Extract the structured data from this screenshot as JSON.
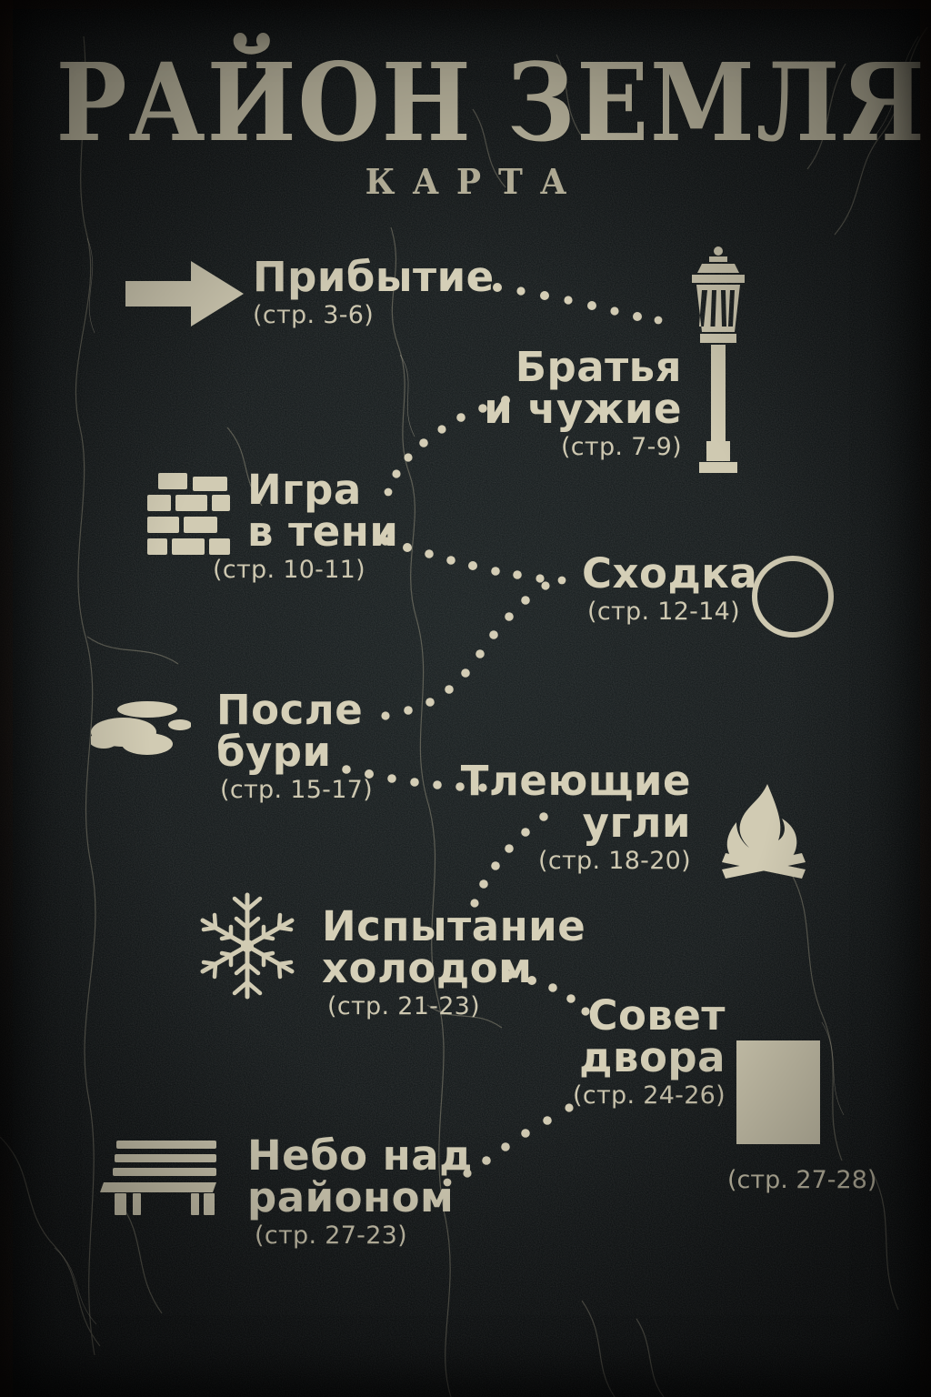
{
  "poster": {
    "title": "РАЙОН ЗЕМЛЯ",
    "subtitle": "КАРТА",
    "ink_color": "#cfc9b0",
    "background_color": "#0d1112"
  },
  "entries": [
    {
      "id": "arrival",
      "label": "Прибытие",
      "pages": "(стр. 3-6)",
      "icon": "arrow-right-icon"
    },
    {
      "id": "brothers-and-strangers",
      "label": "Братья\nи чужие",
      "pages": "(стр. 7-9)",
      "icon": "street-lamp-icon"
    },
    {
      "id": "game-in-shadow",
      "label": "Игра\nв тени",
      "pages": "(стр. 10-11)",
      "icon": "brick-wall-icon"
    },
    {
      "id": "gathering",
      "label": "Сходка",
      "pages": "(стр. 12-14)",
      "icon": "circle-icon"
    },
    {
      "id": "after-the-storm",
      "label": "После\nбури",
      "pages": "(стр. 15-17)",
      "icon": "cloud-icon"
    },
    {
      "id": "smoldering-embers",
      "label": "Тлеющие\nугли",
      "pages": "(стр. 18-20)",
      "icon": "campfire-icon"
    },
    {
      "id": "trial-by-cold",
      "label": "Испытание\nхолодом",
      "pages": "(стр. 21-23)",
      "icon": "snowflake-icon"
    },
    {
      "id": "yard-council",
      "label": "Совет\nдвора",
      "pages": "(стр. 24-26)",
      "icon": "window-icon"
    },
    {
      "id": "sky-over-district",
      "label": "Небо над\nрайоном",
      "pages": "(стр. 27-23)",
      "icon": "bench-icon"
    }
  ],
  "window_pages": "(стр. 27-28)"
}
